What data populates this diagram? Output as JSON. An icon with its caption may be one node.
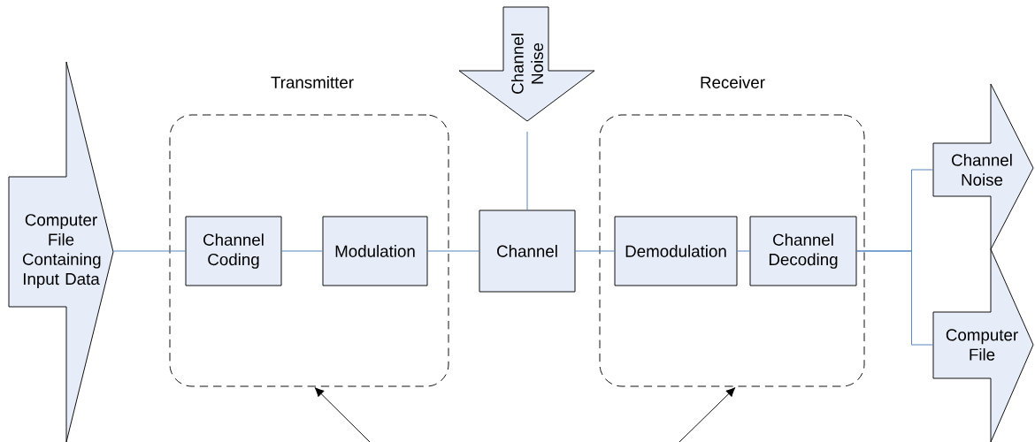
{
  "diagram": {
    "nodes": [
      {
        "text": [
          "Transmitter"
        ]
      },
      {
        "text": [
          "Receiver"
        ]
      },
      {
        "text": [
          "Computer File Containing Input Data"
        ]
      },
      {
        "text": [
          "Channel Coding"
        ],
        "in": 0
      },
      {
        "text": [
          "Modulation"
        ],
        "in": 0
      },
      {
        "text": [
          "Channel"
        ]
      },
      {
        "text": [
          "Channel Noise"
        ]
      },
      {
        "text": [
          "Demodulation"
        ],
        "in": 1
      },
      {
        "text": [
          "Channel Decoding"
        ],
        "in": 1
      },
      {
        "text": [
          "Channel Noise"
        ]
      },
      {
        "text": [
          "Computer File"
        ]
      }
    ],
    "edges": [
      {
        "from": 2,
        "to": 3,
        "arrow": "none"
      },
      {
        "from": 3,
        "to": 4,
        "arrow": "none"
      },
      {
        "from": 4,
        "to": 5,
        "arrow": "none"
      },
      {
        "from": 6,
        "to": 5,
        "arrow": "none"
      },
      {
        "from": 5,
        "to": 7,
        "arrow": "none"
      },
      {
        "from": 7,
        "to": 8,
        "arrow": "none"
      },
      {
        "from": 8,
        "to": 9,
        "arrow": "none"
      },
      {
        "from": 8,
        "to": 10,
        "arrow": "none"
      },
      {
        "from": null,
        "to": 0,
        "arrow": "to",
        "color": "#000000"
      },
      {
        "from": null,
        "to": 1,
        "arrow": "to",
        "color": "#000000"
      }
    ]
  }
}
